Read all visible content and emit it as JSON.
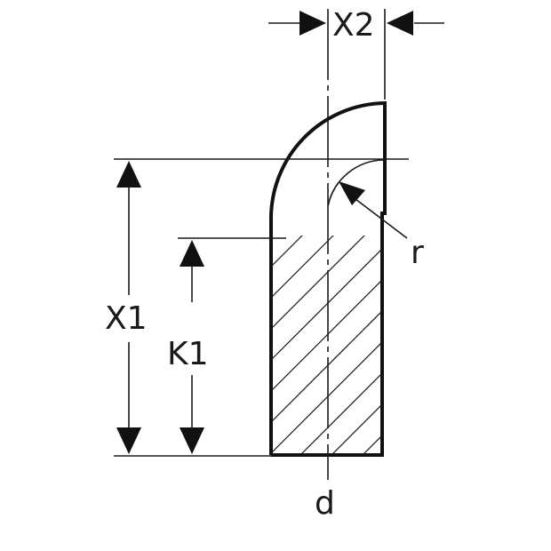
{
  "labels": {
    "x1": "X1",
    "x2": "X2",
    "k1": "K1",
    "r": "r",
    "d": "d"
  },
  "colors": {
    "stroke": "#111111",
    "background": "#ffffff"
  }
}
